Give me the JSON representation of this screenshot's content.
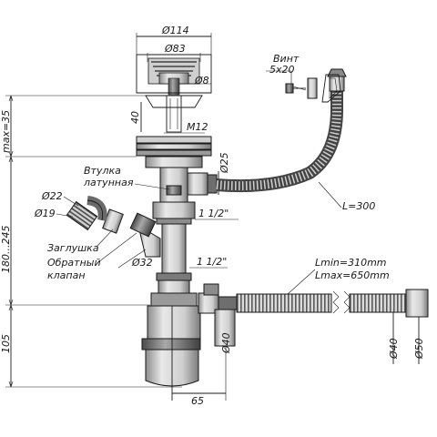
{
  "dimensions": {
    "d114": "Ø114",
    "d83": "Ø83",
    "d8": "Ø8",
    "h40": "40",
    "m12": "M12",
    "max35": "max=35",
    "d25": "Ø25",
    "d22": "Ø22",
    "d19": "Ø19",
    "thread1": "1 1/2\"",
    "thread2": "1 1/2\"",
    "d32": "Ø32",
    "h180_245": "180...245",
    "h105": "105",
    "d40a": "Ø40",
    "d40b": "Ø40",
    "d50": "Ø50",
    "w65": "65",
    "l300": "L=300",
    "lmin": "Lmin=310mm",
    "lmax": "Lmax=650mm",
    "vint_size": "5x20"
  },
  "labels": {
    "vint": "Винт",
    "vtulka1": "Втулка",
    "vtulka2": "латунная",
    "zaglushka": "Заглушка",
    "obratnyi1": "Обратный",
    "obratnyi2": "клапан"
  },
  "colors": {
    "ink": "#1a1a1a",
    "part_light": "#e6e6e6",
    "part_mid": "#bdbdbd",
    "part_dark": "#7a7a7a"
  }
}
